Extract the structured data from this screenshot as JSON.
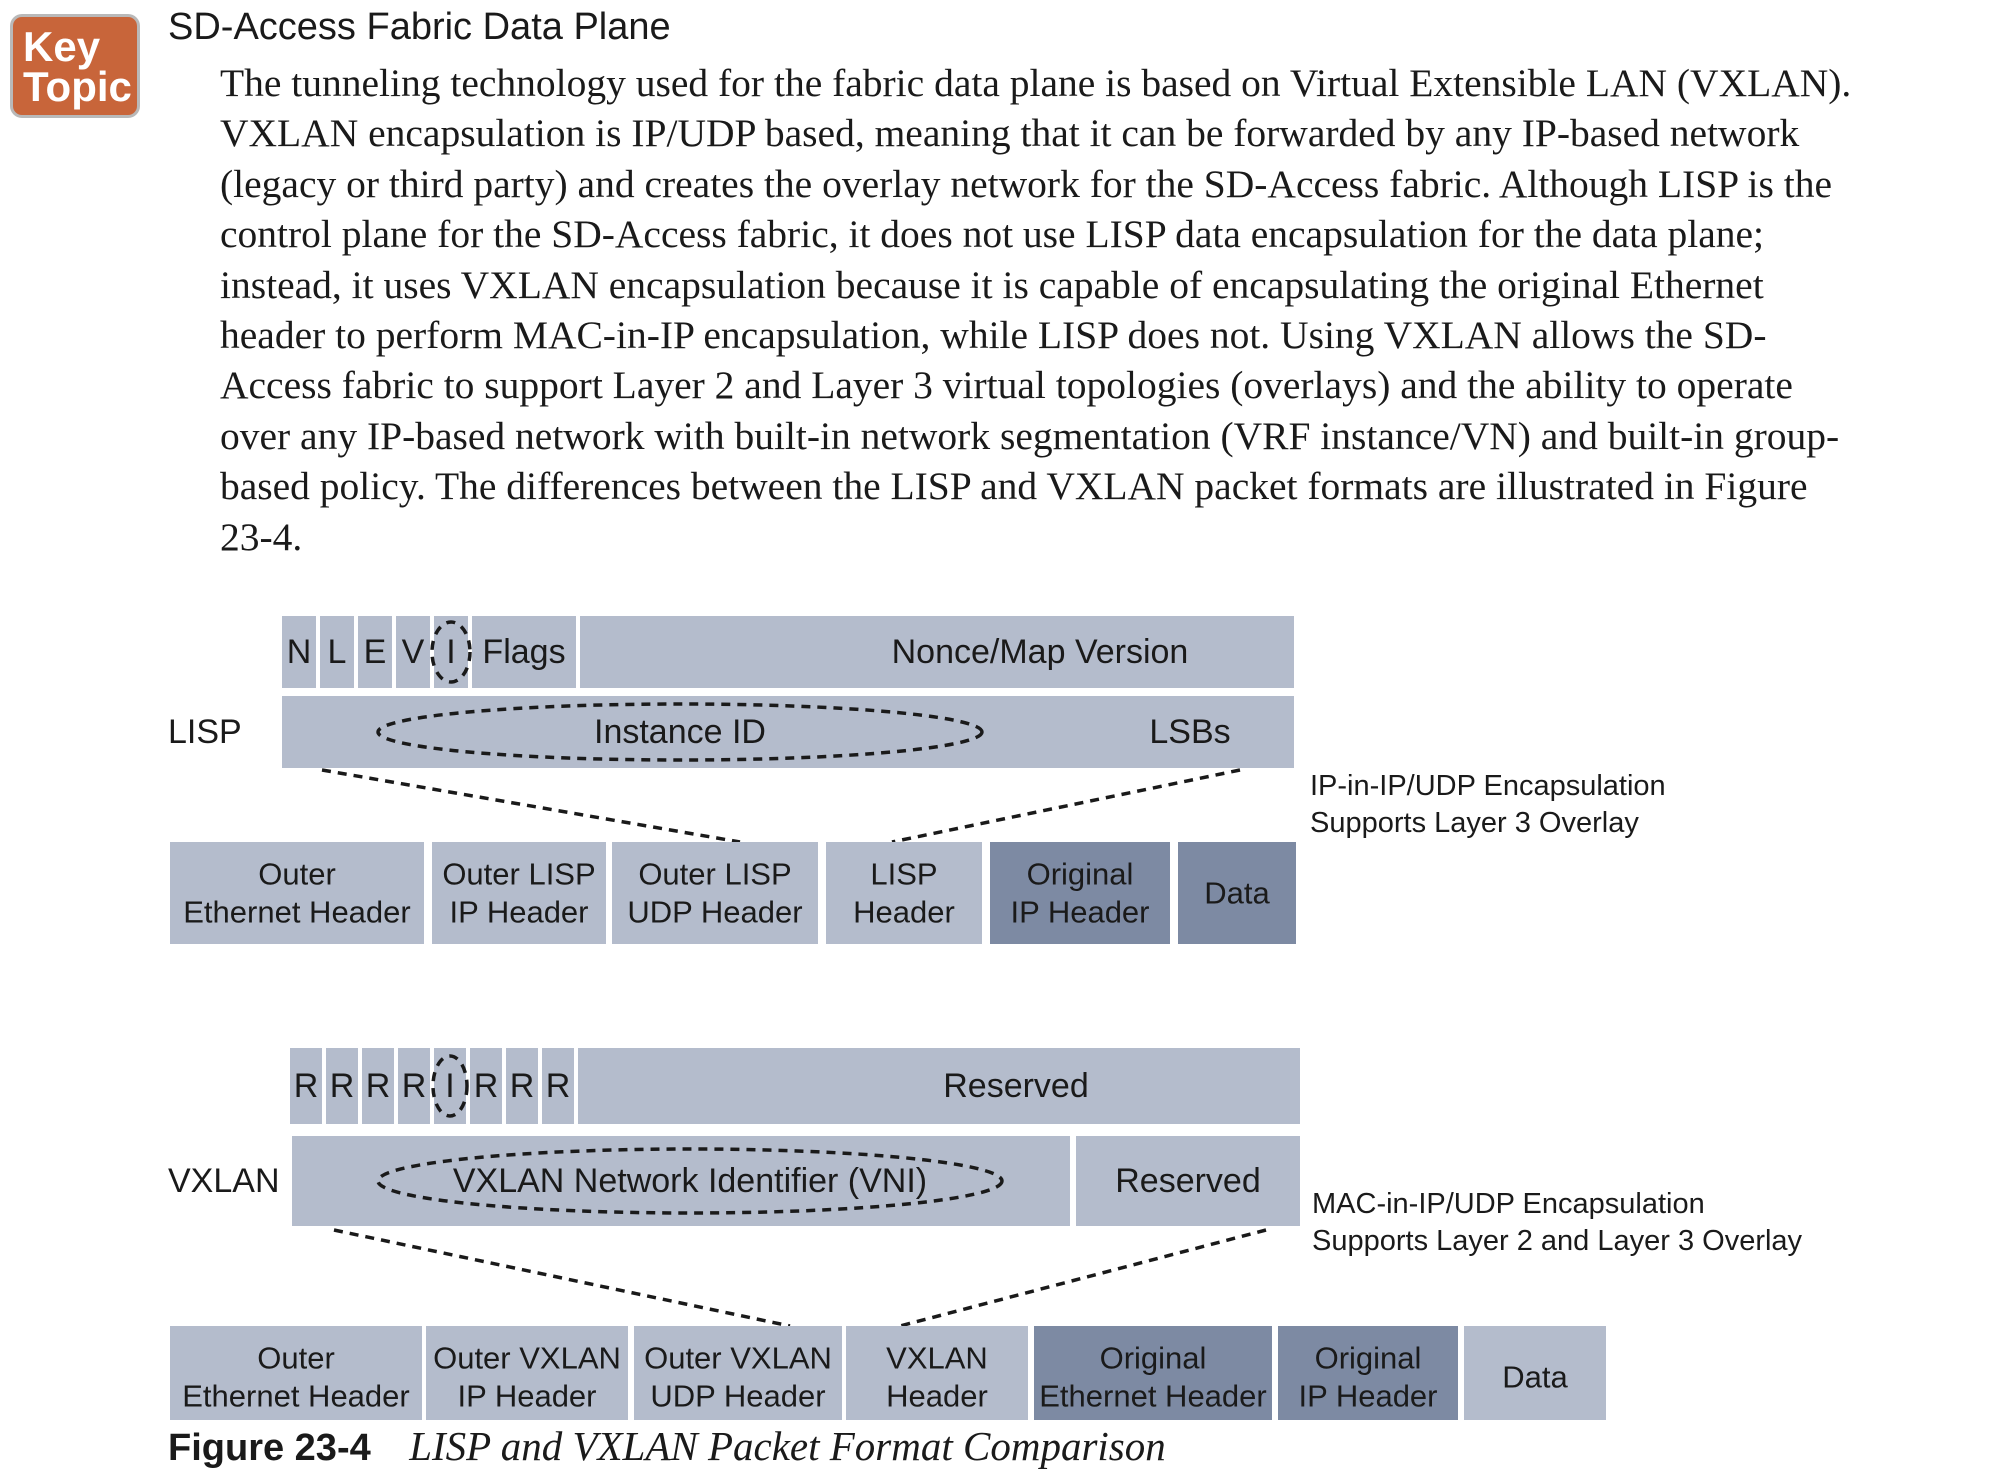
{
  "key_topic": {
    "line1": "Key",
    "line2": "Topic"
  },
  "section_heading": "SD-Access Fabric Data Plane",
  "body_text": "The tunneling technology used for the fabric data plane is based on Virtual Extensible LAN (VXLAN). VXLAN encapsulation is IP/UDP based, meaning that it can be forwarded by any IP-based network (legacy or third party) and creates the overlay network for the SD-Access fabric. Although LISP is the control plane for the SD-Access fabric, it does not use LISP data encapsulation for the data plane; instead, it uses VXLAN encapsulation because it is capable of encapsulating the original Ethernet header to perform MAC-in-IP encapsulation, while LISP does not. Using VXLAN allows the SD-Access fabric to support Layer 2 and Layer 3 virtual topologies (overlays) and the ability to operate over any IP-based network with built-in network segmentation (VRF instance/VN) and built-in group-based policy. The differences between the LISP and VXLAN packet formats are illustrated in Figure 23-4.",
  "colors": {
    "light_box": "#b4bccc",
    "dark_box": "#7d8aa3",
    "key_topic": "#c8653a"
  },
  "lisp": {
    "label": "LISP",
    "flags": [
      "N",
      "L",
      "E",
      "V",
      "I"
    ],
    "flags_label": "Flags",
    "nonce": "Nonce/Map Version",
    "instance_id": "Instance ID",
    "lsbs": "LSBs",
    "note": [
      "IP-in-IP/UDP Encapsulation",
      "Supports Layer 3 Overlay"
    ],
    "packet": [
      {
        "lines": [
          "Outer",
          "Ethernet Header"
        ],
        "shade": "light"
      },
      {
        "lines": [
          "Outer LISP",
          "IP Header"
        ],
        "shade": "light"
      },
      {
        "lines": [
          "Outer LISP",
          "UDP Header"
        ],
        "shade": "light"
      },
      {
        "lines": [
          "LISP",
          "Header"
        ],
        "shade": "light"
      },
      {
        "lines": [
          "Original",
          "IP Header"
        ],
        "shade": "dark"
      },
      {
        "lines": [
          "Data"
        ],
        "shade": "dark"
      }
    ]
  },
  "vxlan": {
    "label": "VXLAN",
    "flags": [
      "R",
      "R",
      "R",
      "R",
      "I",
      "R",
      "R",
      "R"
    ],
    "reserved_top": "Reserved",
    "vni": "VXLAN Network Identifier (VNI)",
    "reserved_bottom": "Reserved",
    "note": [
      "MAC-in-IP/UDP Encapsulation",
      "Supports Layer 2 and Layer 3 Overlay"
    ],
    "packet": [
      {
        "lines": [
          "Outer",
          "Ethernet Header"
        ],
        "shade": "light"
      },
      {
        "lines": [
          "Outer VXLAN",
          "IP Header"
        ],
        "shade": "light"
      },
      {
        "lines": [
          "Outer VXLAN",
          "UDP Header"
        ],
        "shade": "light"
      },
      {
        "lines": [
          "VXLAN",
          "Header"
        ],
        "shade": "light"
      },
      {
        "lines": [
          "Original",
          "Ethernet Header"
        ],
        "shade": "dark"
      },
      {
        "lines": [
          "Original",
          "IP Header"
        ],
        "shade": "dark"
      },
      {
        "lines": [
          "Data"
        ],
        "shade": "light"
      }
    ]
  },
  "figure": {
    "label": "Figure 23-4",
    "title": "LISP and VXLAN Packet Format Comparison"
  }
}
